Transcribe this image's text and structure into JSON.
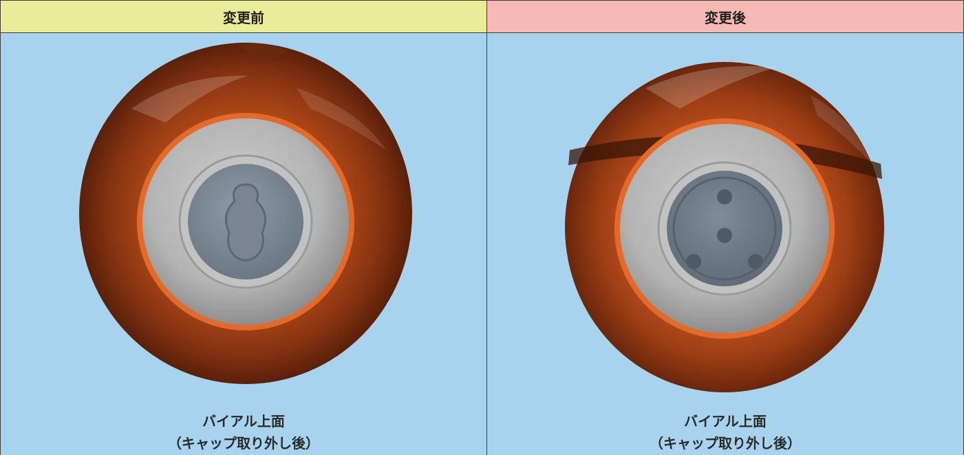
{
  "columns": [
    {
      "header": "変更前",
      "header_color": "#eaec9a",
      "caption_line1": "バイアル上面",
      "caption_line2": "（キャップ取り外し後）"
    },
    {
      "header": "変更後",
      "header_color": "#f6bab4",
      "caption_line1": "バイアル上面",
      "caption_line2": "（キャップ取り外し後）"
    }
  ],
  "colors": {
    "cell_background": "#a7d3ef",
    "vial_glass": "#8a3512",
    "aluminum_seal": "#b5b5b5",
    "rubber_stopper": "#7d8a97",
    "orange_band": "#e46a2a"
  }
}
